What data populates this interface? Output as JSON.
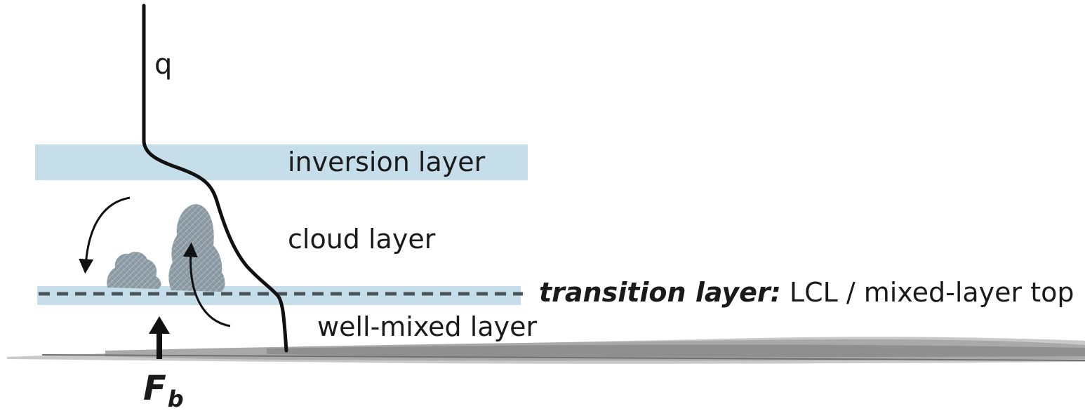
{
  "labels": {
    "q": "q",
    "inversion_layer": "inversion layer",
    "cloud_layer": "cloud layer",
    "transition_bold": "transition layer:",
    "transition_rest": " LCL / mixed-layer top",
    "well_mixed_layer": "well-mixed layer",
    "fb_main": "F",
    "fb_sub": "b"
  },
  "colors": {
    "layer_band": "#c5deea",
    "profile_line": "#111111",
    "dashed_line": "#4a555b",
    "cloud_fill": "#8a9aa3",
    "ground": "#9b9b9b"
  },
  "icons": [
    "cumulus-cloud-icon",
    "curved-arrow-icon",
    "buoyancy-flux-arrow-icon"
  ]
}
